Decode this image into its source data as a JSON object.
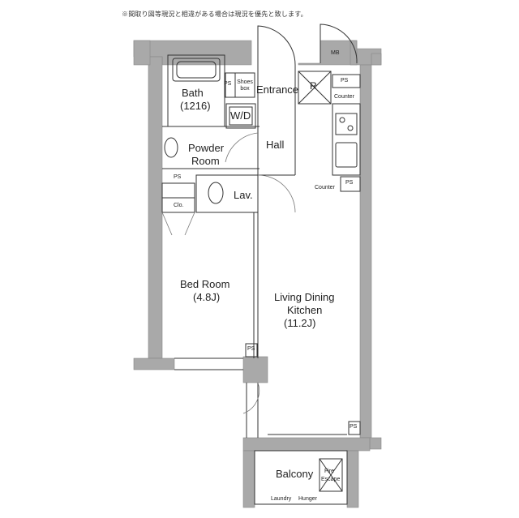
{
  "note": "※間取り図等現況と相違がある場合は現況を優先と致します。",
  "rooms": {
    "bath_name": "Bath",
    "bath_size": "(1216)",
    "entrance": "Entrance",
    "shoes_box": "Shoes box",
    "wd": "W/D",
    "hall": "Hall",
    "powder_name": "Powder",
    "powder_room": "Room",
    "lav": "Lav.",
    "clo": "Clo.",
    "bed_name": "Bed Room",
    "bed_size": "(4.8J)",
    "ldk_line1": "Living Dining",
    "ldk_line2": "Kitchen",
    "ldk_size": "(11.2J)",
    "balcony": "Balcony",
    "fire_line1": "Fire",
    "fire_line2": "Escape",
    "laundry": "Laundry",
    "hunger": "Hunger",
    "mb": "MB",
    "r": "R",
    "counter_top": "Counter",
    "counter_bottom": "Counter",
    "ps": "PS"
  }
}
